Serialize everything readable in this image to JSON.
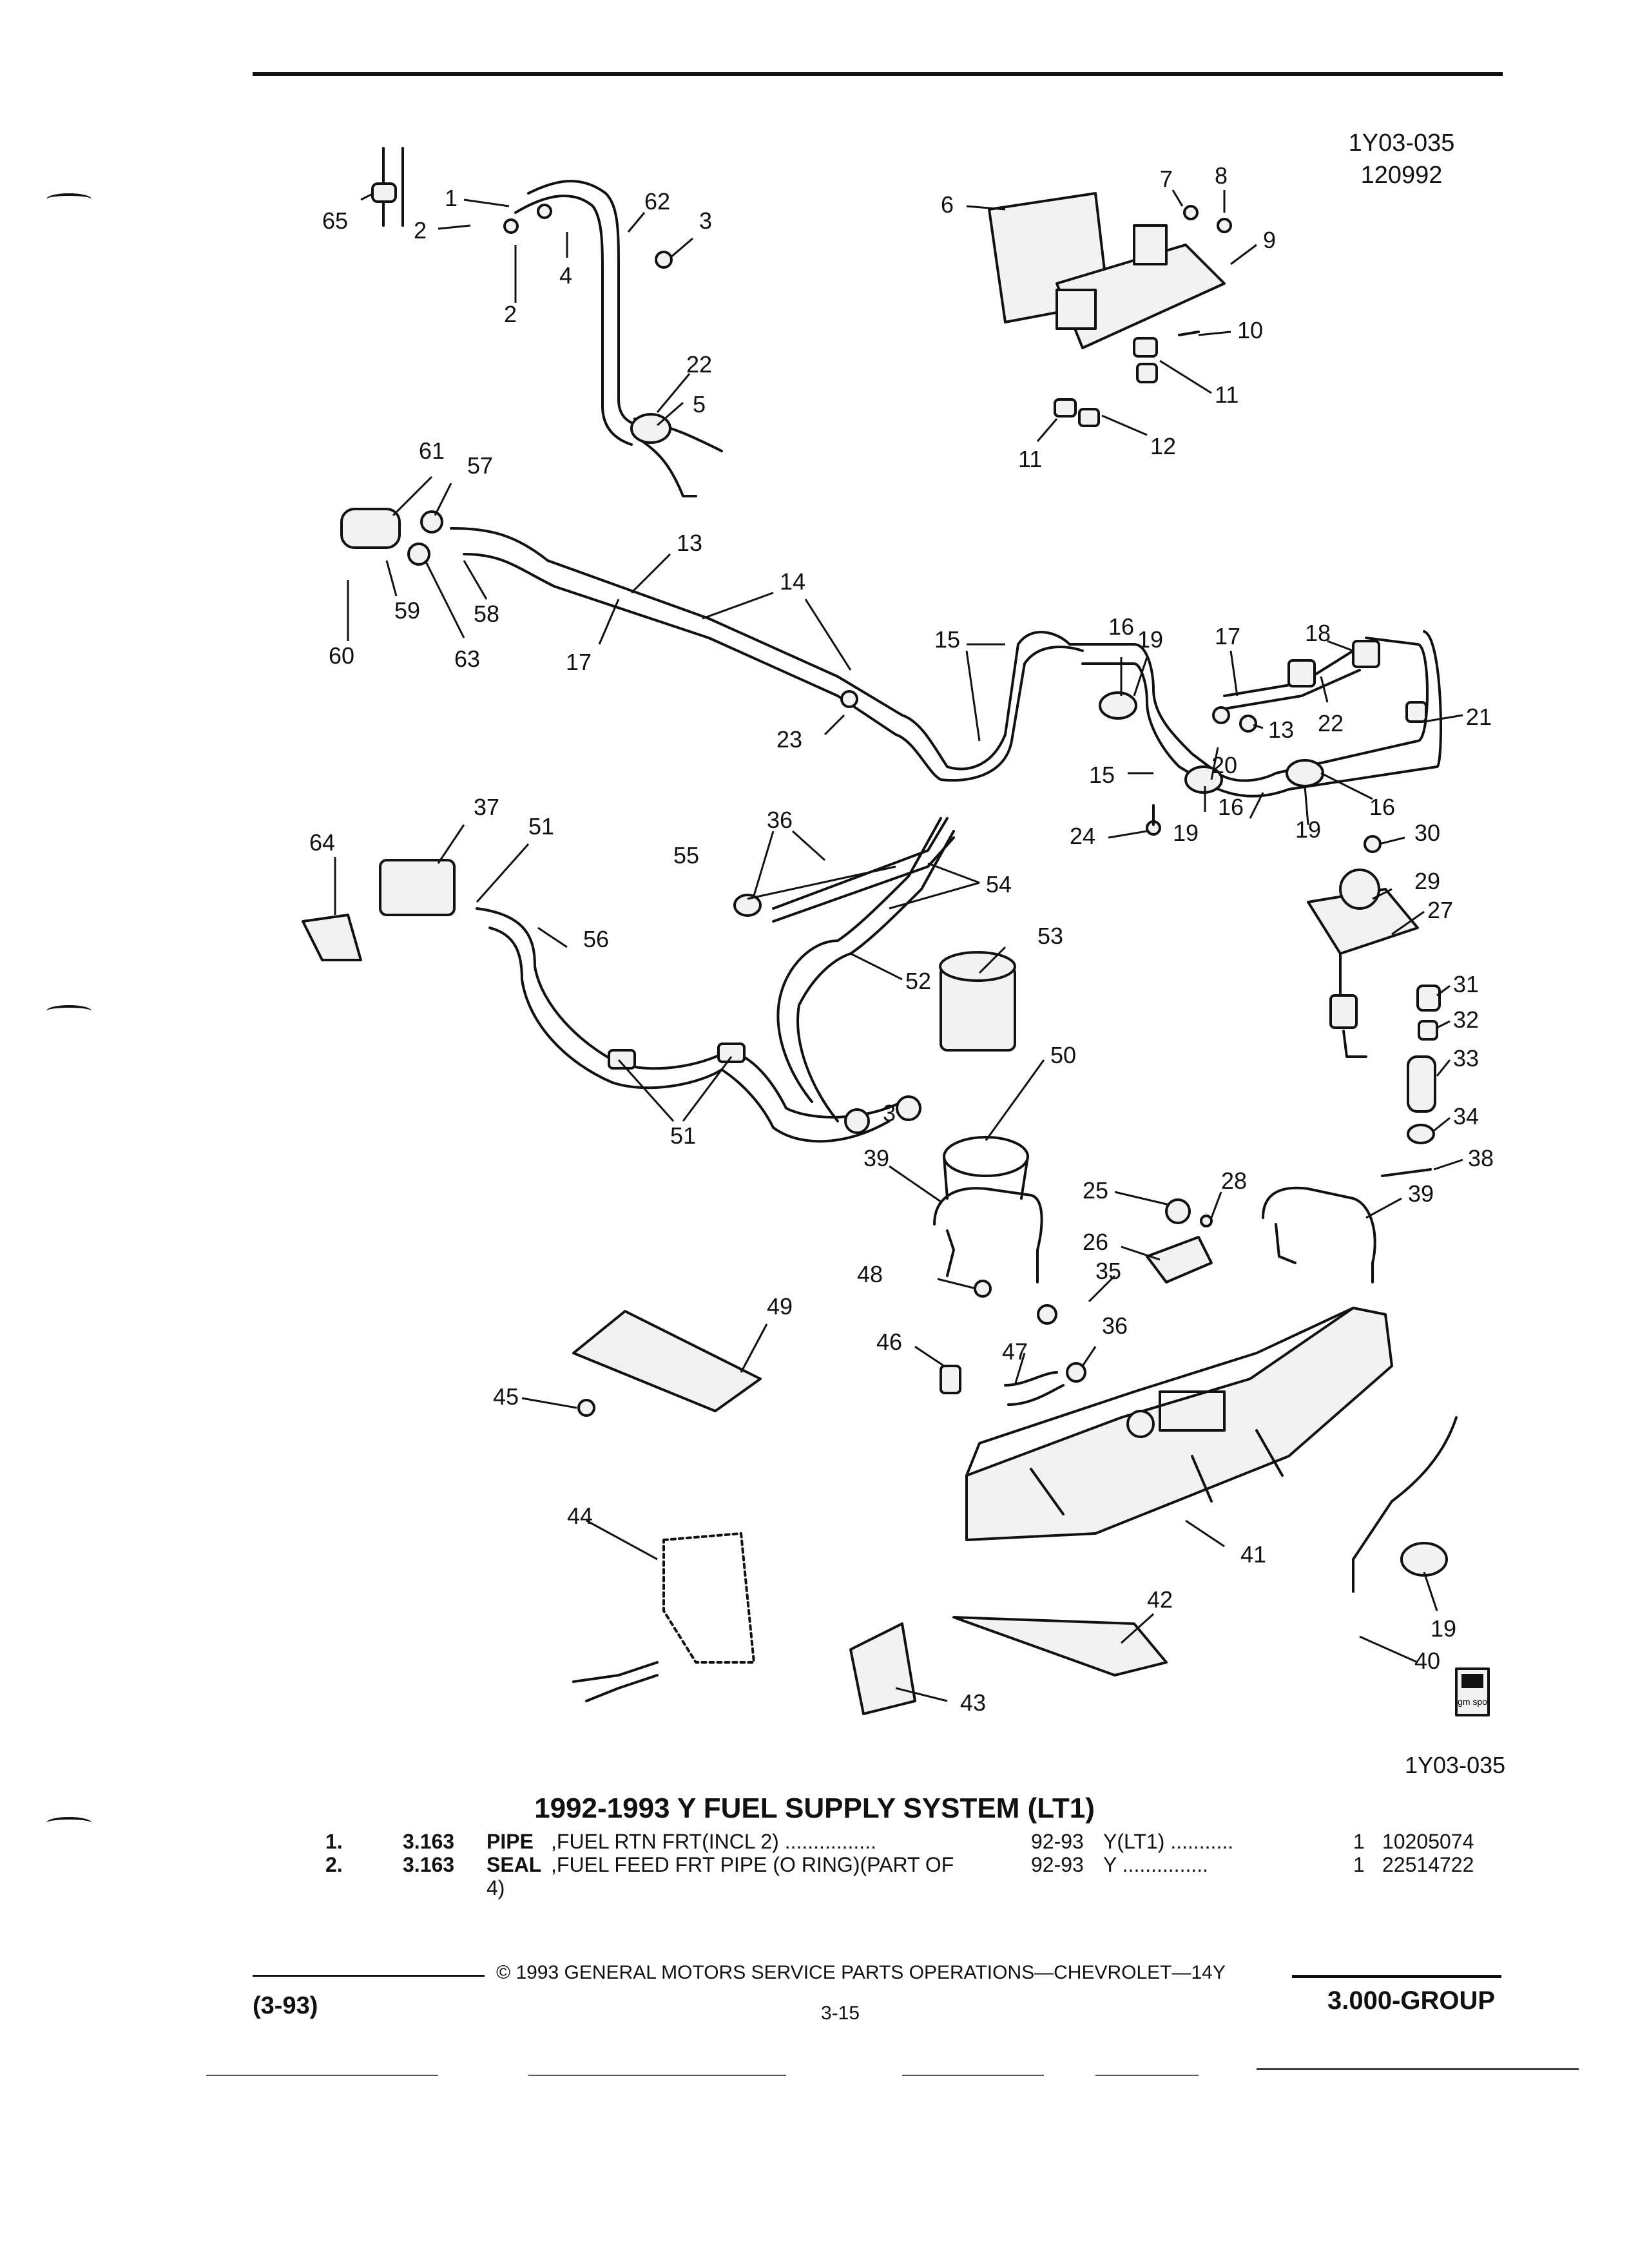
{
  "header": {
    "code_top": "1Y03-035",
    "code_date": "120992"
  },
  "diagram": {
    "code_bottom": "1Y03-035",
    "logo_text": "gm spo",
    "callouts": [
      "1",
      "2",
      "3",
      "4",
      "5",
      "6",
      "7",
      "8",
      "9",
      "10",
      "11",
      "12",
      "13",
      "14",
      "15",
      "16",
      "17",
      "18",
      "19",
      "20",
      "21",
      "22",
      "23",
      "24",
      "25",
      "26",
      "27",
      "28",
      "29",
      "30",
      "31",
      "32",
      "33",
      "34",
      "35",
      "36",
      "37",
      "38",
      "39",
      "40",
      "41",
      "42",
      "43",
      "44",
      "45",
      "46",
      "47",
      "48",
      "49",
      "50",
      "51",
      "52",
      "53",
      "54",
      "55",
      "56",
      "57",
      "58",
      "59",
      "60",
      "61",
      "62",
      "63",
      "64",
      "65"
    ]
  },
  "title": "1992-1993 Y FUEL SUPPLY SYSTEM (LT1)",
  "parts": [
    {
      "no": "1.",
      "group": "3.163",
      "name": "PIPE",
      "desc": ",FUEL RTN FRT(INCL 2)  ................",
      "years": "92-93",
      "model": "Y(LT1)  ...........",
      "qty": "1",
      "pn": "10205074"
    },
    {
      "no": "2.",
      "group": "3.163",
      "name": "SEAL",
      "desc": ",FUEL FEED FRT PIPE (O RING)(PART OF",
      "desc2": "4)",
      "years": "92-93",
      "model": "Y  ...............",
      "qty": "1",
      "pn": "22514722"
    }
  ],
  "footer": {
    "date": "(3-93)",
    "copyright": "©  1993  GENERAL MOTORS SERVICE PARTS OPERATIONS—CHEVROLET—14Y",
    "page": "3-15",
    "group": "3.000-GROUP"
  }
}
